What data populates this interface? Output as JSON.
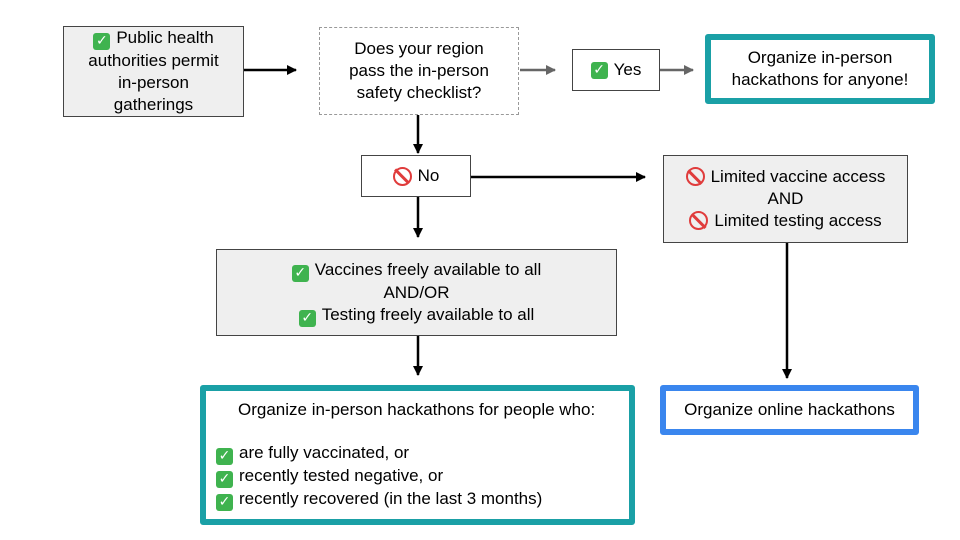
{
  "nodes": {
    "start": {
      "lines": [
        "Public health",
        "authorities permit",
        "in-person",
        "gatherings"
      ]
    },
    "question": {
      "lines": [
        "Does your region",
        "pass the in-person",
        "safety checklist?"
      ]
    },
    "yes": {
      "label": "Yes"
    },
    "outcome_anyone": {
      "lines": [
        "Organize in-person",
        "hackathons for anyone!"
      ]
    },
    "no": {
      "label": "No"
    },
    "limited": {
      "line1": "Limited vaccine access",
      "line2": "AND",
      "line3": "Limited testing access"
    },
    "available": {
      "line1": "Vaccines freely available to all",
      "line2": "AND/OR",
      "line3": "Testing freely available to all"
    },
    "outcome_conditions": {
      "heading": "Organize in-person hackathons for people who:",
      "items": [
        "are fully vaccinated, or",
        "recently tested negative, or",
        "recently recovered (in the last 3 months)"
      ]
    },
    "outcome_online": {
      "label": "Organize online hackathons"
    }
  },
  "icons": {
    "check": "check-mark-icon",
    "no_entry": "no-entry-icon"
  },
  "colors": {
    "teal": "#1aa0a6",
    "blue": "#3a86ee",
    "check": "#3fb34f",
    "no_entry": "#e03c3c",
    "gray_fill": "#efefef"
  }
}
